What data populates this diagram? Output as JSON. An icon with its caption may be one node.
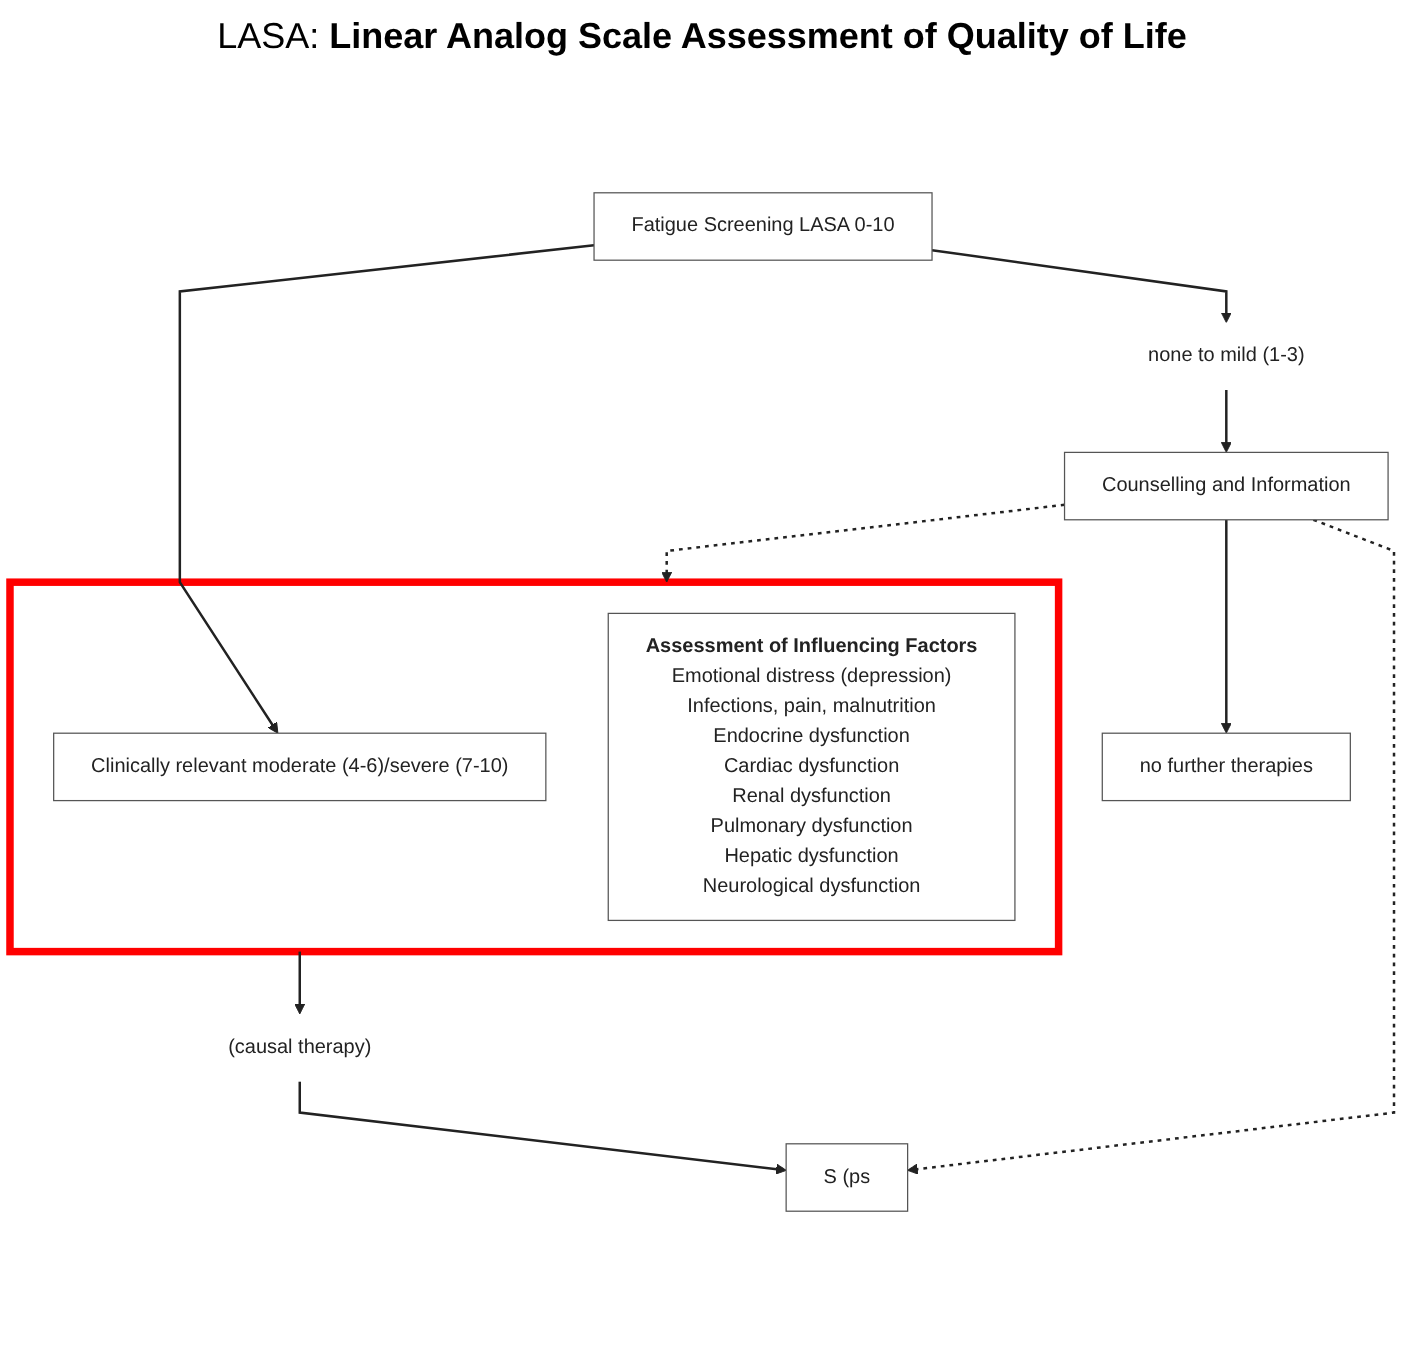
{
  "diagram": {
    "title": "LASA: **Linear Analog Scale Assessment of Quality of Life**",
    "nodes": [
      {
        "text": [
          "Fatigue Screening LASA 0-10"
        ]
      },
      {
        "text": [
          "none to mild (1-3)"
        ]
      },
      {
        "text": [],
        "shape": "box"
      },
      {
        "text": [
          "Clinically relevant moderate (4-6)/severe (7-10)"
        ],
        "in": 2
      },
      {
        "text": [
          "Assessment of Influencing Factors",
          "Emotional distress (depression)",
          "Infections, pain, malnutrition",
          "Endocrine dysfunction",
          "Cardiac dysfunction",
          "Renal dysfunction",
          "Pulmonary dysfunction",
          "Hepatic dysfunction",
          "Neurological dysfunction"
        ],
        "in": 2
      },
      {
        "text": [
          "Counselling and Information"
        ]
      },
      {
        "text": [
          "no further therapies"
        ]
      },
      {
        "text": [
          "(causal therapy)"
        ]
      },
      {
        "text": [
          "S (ps"
        ]
      }
    ],
    "edges": [
      {
        "from": 0,
        "to": 1,
        "arrow": "to"
      },
      {
        "from": 0,
        "to": 3,
        "arrow": "to"
      },
      {
        "from": 1,
        "to": 5,
        "arrow": "to"
      },
      {
        "from": 5,
        "to": 2,
        "arrow": "to",
        "style": "dashed"
      },
      {
        "from": 2,
        "to": 7,
        "arrow": "to"
      },
      {
        "from": 5,
        "to": 6,
        "arrow": "to"
      },
      {
        "from": 7,
        "to": 8,
        "arrow": "to"
      },
      {
        "from": 5,
        "to": 8,
        "arrow": "to",
        "style": "dashed"
      }
    ]
  }
}
